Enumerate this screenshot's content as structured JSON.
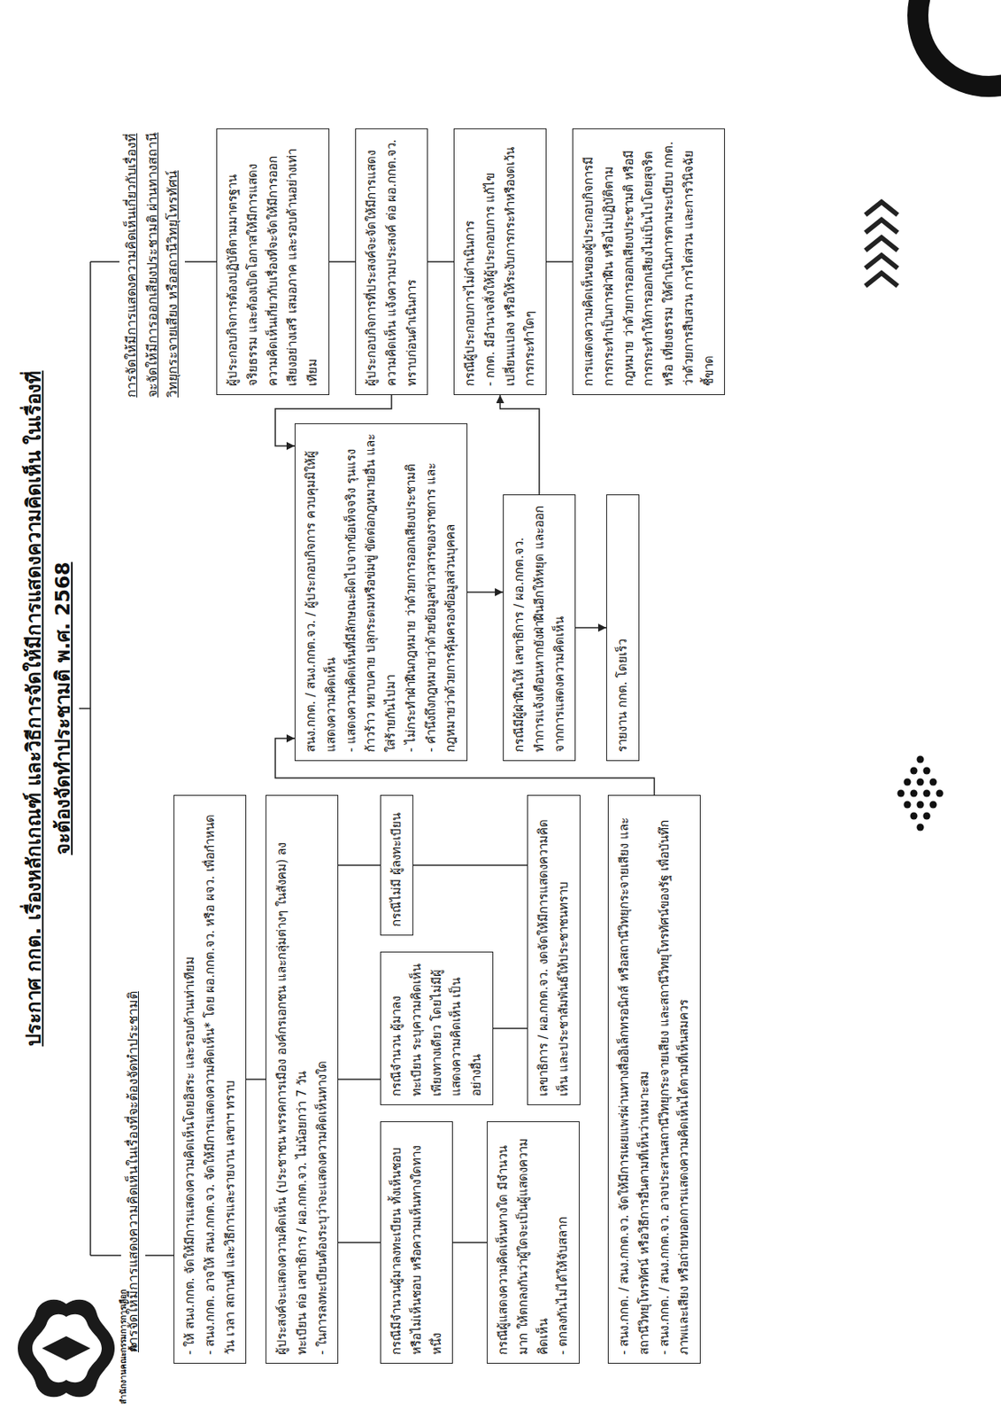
{
  "diagram": {
    "title": "ประกาศ กกต. เรื่องหลักเกณฑ์ และวิธีการจัดให้มีการแสดงความคิดเห็น ในเรื่องที่จะต้องจัดทำประชามติ พ.ศ. 2568",
    "nodes": [
      {
        "text": [
          "- ให้ สนง.กกต. จัดให้มีการแสดงความคิดเห็นโดยอิสระ และรอบด้านเท่าเทียม",
          "- สนง.กกต. อาจให้ สนง.กกต.จว. จัดให้มีการแสดงความคิดเห็น* โดย ผอ.กกต.จว. หรือ ผจว. เพื่อกำหนด วัน เวลา สถานที่ และวิธีการและรายงาน เลขาฯ ทราบ"
        ]
      },
      {
        "text": [
          "ผู้ประสงค์จะแสดงความคิดเห็น (ประชาชน พรรคการเมือง องค์กรเอกชน และกลุ่มต่างๆ ในสังคม) ลงทะเบียน ต่อ เลขาธิการ / ผอ.กกต.จว. ไม่น้อยกว่า 7 วัน",
          "- ในการลงทะเบียนต้องระบุว่าจะแสดงความคิดเห็นทางใด"
        ]
      },
      {
        "text": [
          "กรณีมีจำนวนผู้มาลงทะเบียน ทั้งเห็นชอบ หรือไม่เห็นชอบ หรือความเห็นทางใดทางหนึ่ง"
        ]
      },
      {
        "text": [
          "กรณีจำนวน ผู้มาลงทะเบียน ระบุความคิดเห็น เพียงทางเดียว โดยไม่มีผู้แสดงความคิดเห็น เป็นอย่างอื่น"
        ]
      },
      {
        "text": [
          "กรณีไม่มี ผู้ลงทะเบียน"
        ]
      },
      {
        "text": [
          "เลขาธิการ / ผอ.กกต.จว. งดจัดให้มีการแสดงความคิดเห็น และประชาสัมพันธ์ให้ประชาชนทราบ"
        ]
      },
      {
        "text": [
          "กรณีผู้แสดงความคิดเห็นทางใด มีจำนวนมาก ให้ตกลงกันว่าผู้ใดจะเป็นผู้แสดงความคิดเห็น",
          "- ตกลงกันไม่ได้ให้จับสลาก"
        ]
      },
      {
        "text": [
          "- สนง.กกต. / สนง.กกต.จว. จัดให้มีการเผยแพร่ผ่านทางสื่ออิเล็กทรอนิกส์ หรือสถานีวิทยุกระจายเสียง และสถานีวิทยุโทรทัศน์ หรือวิธีการอื่นตามที่เห็นว่าเหมาะสม",
          "- สนง.กกต. / สนง.กกต.จว. อาจประสานสถานีวิทยุกระจายเสียง และสถานีวิทยุโทรทัศน์ของรัฐ เพื่อบันทึกภาพและเสียง หรือถ่ายทอดการแสดงความคิดเห็นได้ตามที่เห็นสมควร"
        ]
      },
      {
        "text": [
          "สนง.กกต. / สนง.กกต.จว. / ผู้ประกอบกิจการ ควบคุมมิให้ผู้แสดงความคิดเห็น",
          "- แสดงความคิดเห็นที่มีลักษณะผิดไปจากข้อเท็จจริง รุนแรง ก้าวร้าว หยาบคาย ปลุกระดมหรือข่มขู่ ขัดต่อกฎหมายอื่น และใส่ร้ายกันไปมา",
          "- ไม่กระทำฝ่าฝืนกฎหมาย ว่าด้วยการออกเสียงประชามติ",
          "- คำนึงถึงกฎหมายว่าด้วยข้อมูลข่าวสารของราชการ และกฎหมายว่าด้วยการคุ้มครองข้อมูลส่วนบุคคล"
        ]
      },
      {
        "text": [
          "กรณีมีผู้ฝ่าฝืนให้ เลขาธิการ / ผอ.กกต.จว. ทำการแจ้งเตือนหากยังฝ่าฝืนอีกให้หยุด และออกจากการแสดงความคิดเห็น"
        ]
      },
      {
        "text": [
          "รายงาน กกต. โดยเร็ว"
        ]
      },
      {
        "text": [
          "ผู้ประกอบกิจการต้องปฏิบัติตามมาตรฐานจริยธรรม และต้องเปิดโอกาสให้มีการแสดงความคิดเห็นเกี่ยวกับเรื่องที่จะจัดให้มีการออกเสียงอย่างเสรี เสมอภาค และรอบด้านอย่างเท่าเทียม"
        ]
      },
      {
        "text": [
          "ผู้ประกอบกิจการที่ประสงค์จะจัดให้มีการแสดงความคิดเห็น แจ้งความประสงค์ ต่อ ผอ.กกต.จว. ทราบก่อนดำเนินการ"
        ]
      },
      {
        "text": [
          "กรณีผู้ประกอบการไม่ดำเนินการ",
          "- กกต. มีอำนาจสั่งให้ผู้ประกอบการ แก้ไข เปลี่ยนแปลง หรือให้ระงับการกระทำหรืองดเว้นการกระทำใดๆ"
        ]
      },
      {
        "text": [
          "การแสดงความคิดเห็นของผู้ประกอบกิจการมีการกระทำเป็นการฝ่าฝืน หรือไม่ปฏิบัติตามกฎหมาย ว่าด้วยการออกเสียงประชามติ หรือมีการกระทำให้การออกเสียงไม่เป็นไปโดยสุจริต หรือ เที่ยงธรรม ให้ดำเนินการตามระเบียบ กกต. ว่าด้วยการสืบสวน การไต่สวน และการวินิจฉัยชี้ขาด"
        ]
      }
    ],
    "edges": [
      {
        "from": 0,
        "to": 1,
        "arrow": "none"
      },
      {
        "from": 1,
        "to": 2,
        "arrow": "none"
      },
      {
        "from": 1,
        "to": 3,
        "arrow": "none"
      },
      {
        "from": 1,
        "to": 4,
        "arrow": "none"
      },
      {
        "from": 2,
        "to": 6,
        "arrow": "none"
      },
      {
        "from": 3,
        "to": 5,
        "arrow": "none"
      },
      {
        "from": 4,
        "to": 5,
        "arrow": "none"
      },
      {
        "from": 7,
        "to": 8,
        "arrow": "to"
      },
      {
        "from": 12,
        "to": 8,
        "arrow": "to"
      },
      {
        "from": 8,
        "to": 9,
        "arrow": "to"
      },
      {
        "from": 9,
        "to": 10,
        "arrow": "to"
      },
      {
        "from": 9,
        "to": 13,
        "arrow": "to"
      },
      {
        "from": 11,
        "to": 12,
        "arrow": "none"
      },
      {
        "from": 12,
        "to": 13,
        "arrow": "none"
      },
      {
        "from": 13,
        "to": 14,
        "arrow": "none"
      }
    ],
    "labels": [
      "การจัดให้มีการแสดงความคิดเห็นในเรื่องที่จะต้องจัดทำประชามติ",
      "การจัดให้มีการแสดงความคิดเห็นเกี่ยวกับเรื่องที่จะจัดให้มีการออกเสียงประชามติ ผ่านทางสถานีวิทยุกระจายเสียง หรือสถานีวิทยุโทรทัศน์",
      "สำนักงานคณะกรรมการการเลือกตั้ง"
    ]
  }
}
